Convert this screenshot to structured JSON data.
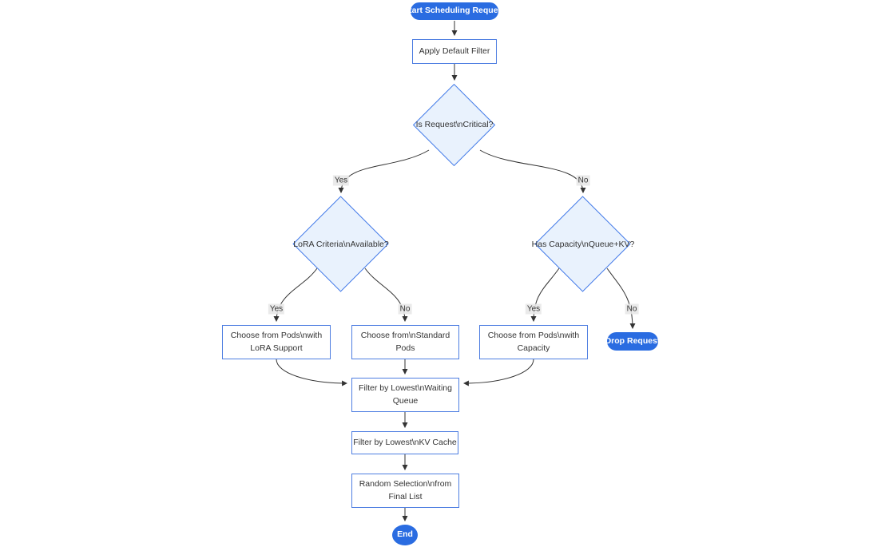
{
  "diagram": {
    "type": "flowchart",
    "direction": "top-down",
    "colors": {
      "terminator_fill": "#2a6ce1",
      "terminator_text": "#ffffff",
      "process_fill": "#ffffff",
      "process_border": "#4e7ee1",
      "decision_fill": "#e9f2fd",
      "decision_border": "#3f78e8",
      "edge_stroke": "#333333",
      "edge_label_bg": "#e8e8e8",
      "text": "#333333"
    },
    "nodes": {
      "start": "Start Scheduling Request",
      "apply_filter": "Apply Default Filter",
      "is_critical": "Is Request\\nCritical?",
      "lora_criteria": "LoRA Criteria\\nAvailable?",
      "has_capacity": "Has Capacity\\nQueue+KV?",
      "choose_lora_pods": "Choose from Pods\\nwith LoRA Support",
      "choose_standard_pods": "Choose from\\nStandard Pods",
      "choose_capacity_pods": "Choose from Pods\\nwith Capacity",
      "drop_request": "Drop Request",
      "filter_waiting_queue": "Filter by Lowest\\nWaiting Queue",
      "filter_kv_cache": "Filter by Lowest\\nKV Cache",
      "random_selection": "Random Selection\\nfrom Final List",
      "end": "End"
    },
    "node_shapes": {
      "start": "stadium",
      "apply_filter": "rect",
      "is_critical": "diamond",
      "lora_criteria": "diamond",
      "has_capacity": "diamond",
      "choose_lora_pods": "rect",
      "choose_standard_pods": "rect",
      "choose_capacity_pods": "rect",
      "drop_request": "stadium",
      "filter_waiting_queue": "rect",
      "filter_kv_cache": "rect",
      "random_selection": "rect",
      "end": "circle"
    },
    "edges": [
      {
        "from": "start",
        "to": "apply_filter",
        "label": ""
      },
      {
        "from": "apply_filter",
        "to": "is_critical",
        "label": ""
      },
      {
        "from": "is_critical",
        "to": "lora_criteria",
        "label": "Yes"
      },
      {
        "from": "is_critical",
        "to": "has_capacity",
        "label": "No"
      },
      {
        "from": "lora_criteria",
        "to": "choose_lora_pods",
        "label": "Yes"
      },
      {
        "from": "lora_criteria",
        "to": "choose_standard_pods",
        "label": "No"
      },
      {
        "from": "has_capacity",
        "to": "choose_capacity_pods",
        "label": "Yes"
      },
      {
        "from": "has_capacity",
        "to": "drop_request",
        "label": "No"
      },
      {
        "from": "choose_lora_pods",
        "to": "filter_waiting_queue",
        "label": ""
      },
      {
        "from": "choose_standard_pods",
        "to": "filter_waiting_queue",
        "label": ""
      },
      {
        "from": "choose_capacity_pods",
        "to": "filter_waiting_queue",
        "label": ""
      },
      {
        "from": "filter_waiting_queue",
        "to": "filter_kv_cache",
        "label": ""
      },
      {
        "from": "filter_kv_cache",
        "to": "random_selection",
        "label": ""
      },
      {
        "from": "random_selection",
        "to": "end",
        "label": ""
      }
    ]
  }
}
